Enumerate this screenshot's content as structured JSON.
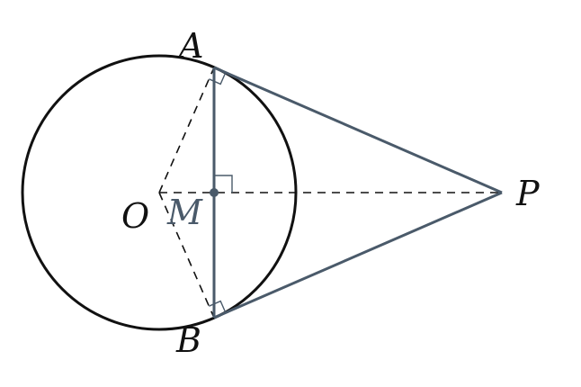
{
  "labels": {
    "A": "A",
    "B": "B",
    "O": "O",
    "M": "M",
    "P": "P"
  },
  "colors": {
    "circle": "#111111",
    "tangent": "#4a5a6a",
    "chord": "#4a5a6a",
    "dashed": "#111111",
    "label_black": "#111111",
    "label_gray": "#4a5a6a"
  }
}
